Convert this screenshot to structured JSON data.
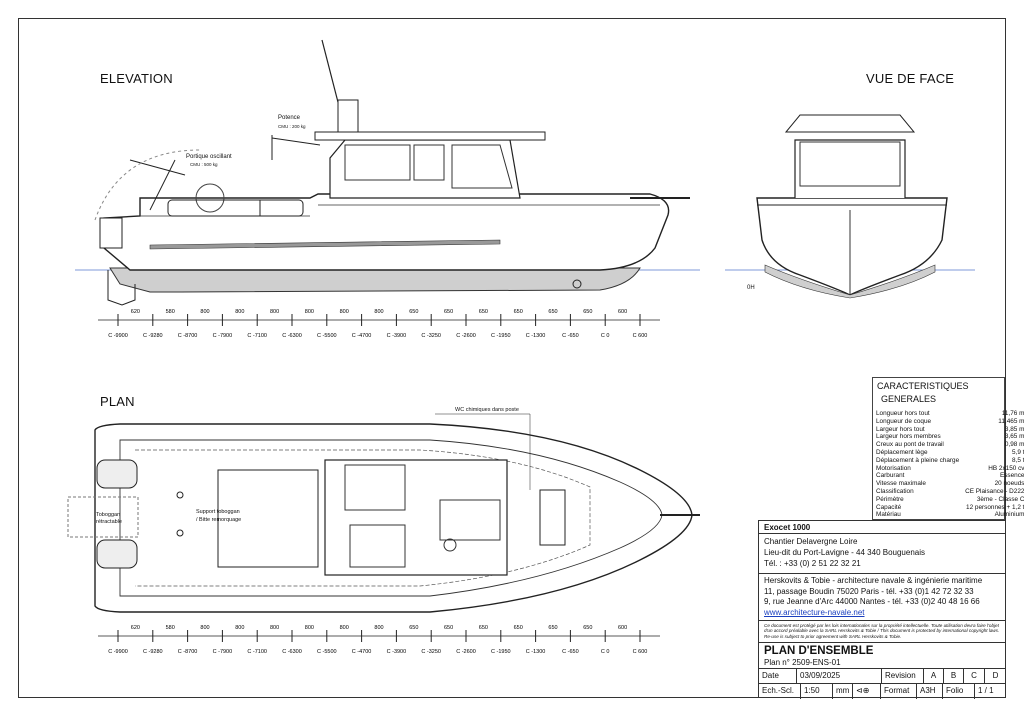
{
  "views": {
    "elevation": "ELEVATION",
    "front": "VUE DE FACE",
    "plan": "PLAN"
  },
  "annotations": {
    "potence": "Potence",
    "potence_cmu": "CMU : 200 kg",
    "portique": "Portique oscillant",
    "portique_cmu": "CMU : 500 kg",
    "waterline_front": "0H",
    "wc": "WC chimiques dans poste",
    "toboggan": "Toboggan",
    "toboggan2": "rétractable",
    "support": "Support toboggan",
    "support2": "/ Bitte remorquage"
  },
  "stations": {
    "spacings": [
      "620",
      "580",
      "800",
      "800",
      "800",
      "800",
      "800",
      "800",
      "650",
      "650",
      "650",
      "650",
      "650",
      "650",
      "600"
    ],
    "frames": [
      "C -9900",
      "C -9280",
      "C -8700",
      "C -7900",
      "C -7100",
      "C -6300",
      "C -5500",
      "C -4700",
      "C -3900",
      "C -3250",
      "C -2600",
      "C -1950",
      "C -1300",
      "C -650",
      "C 0",
      "C 600"
    ]
  },
  "specs": {
    "title1": "CARACTERISTIQUES",
    "title2": "GENERALES",
    "rows": [
      {
        "k": "Longueur hors tout",
        "v": "11,76 m"
      },
      {
        "k": "Longueur de coque",
        "v": "11,465 m"
      },
      {
        "k": "Largeur hors tout",
        "v": "3,85 m"
      },
      {
        "k": "Largeur hors membres",
        "v": "3,65 m"
      },
      {
        "k": "Creux au pont de travail",
        "v": "0,98 m"
      },
      {
        "k": "Déplacement lège",
        "v": "5,9 t"
      },
      {
        "k": "Déplacement à pleine charge",
        "v": "8,5 t"
      },
      {
        "k": "Motorisation",
        "v": "HB 2x150 cv"
      },
      {
        "k": "Carburant",
        "v": "Essence"
      },
      {
        "k": "Vitesse maximale",
        "v": "20 noeuds"
      },
      {
        "k": "Classification",
        "v": "CE Plaisance - D222"
      },
      {
        "k": "Périmètre",
        "v": "3ème - Classe C"
      },
      {
        "k": "Capacité",
        "v": "12 personnes + 1,2 t"
      },
      {
        "k": "Matériau",
        "v": "Aluminium"
      }
    ]
  },
  "titleblock": {
    "project": "Exocet 1000",
    "yard": "Chantier Delavergne Loire",
    "yard_addr": "Lieu-dit du Port-Lavigne - 44 340 Bouguenais",
    "yard_tel": "Tél. : +33 (0) 2 51 22 32 21",
    "architect": "Herskovits & Tobie - architecture navale & ingénierie maritime",
    "addr1": "11, passage Boudin 75020 Paris   -  tél. +33 (0)1 42 72 32 33",
    "addr2": "9, rue Jeanne d'Arc 44000 Nantes -  tél. +33 (0)2 40 48 16 66",
    "website": "www.architecture-navale.net",
    "legal": "Ce document est protégé par les lois internationales sur la propriété intellectuelle. Toute utilisation devra faire l'objet d'un accord préalable avec la SARL Herskovits & Tobie / This document is protected by international copyright laws. Re-use is subject to prior agreement with SARL Herskovits & Tobie.",
    "plan_title": "PLAN D'ENSEMBLE",
    "plan_no": "Plan n° 2509-ENS-01",
    "date_label": "Date",
    "date": "03/09/2025",
    "revision_label": "Revision",
    "rev_current": "A",
    "rev_b": "B",
    "rev_c": "C",
    "rev_d": "D",
    "scale_label": "Ech.-Scl.",
    "scale": "1:50",
    "mm": "mm",
    "format_label": "Format",
    "format": "A3H",
    "folio_label": "Folio",
    "folio": "1 / 1"
  }
}
